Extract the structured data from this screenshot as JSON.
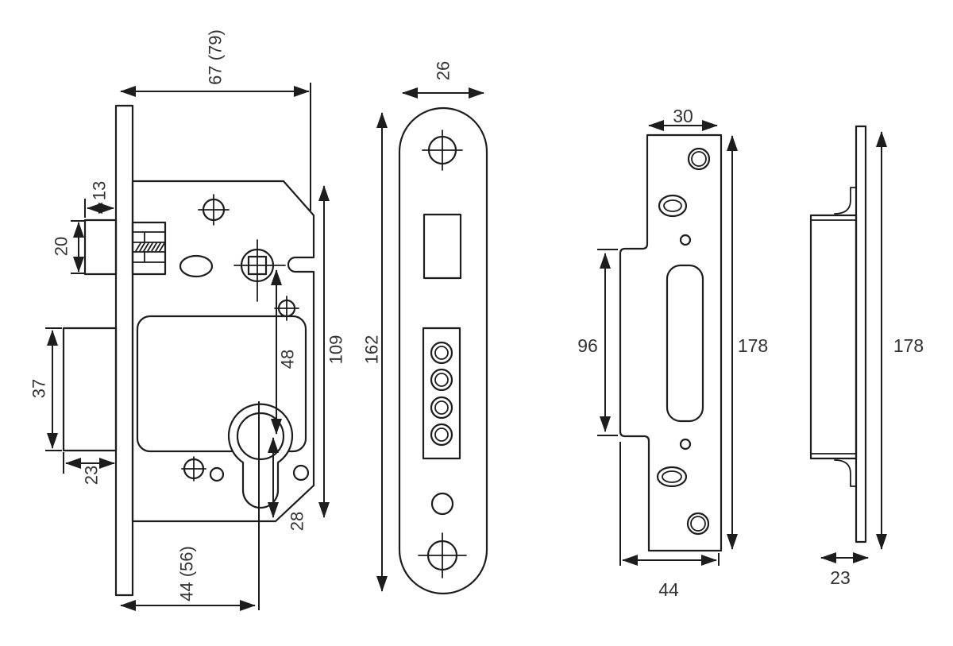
{
  "meta": {
    "background": "#ffffff",
    "line_color": "#1d1d1d",
    "label_color": "#333333"
  },
  "views": {
    "lock_body": {
      "dims": {
        "overall_depth": "67 (79)",
        "latch_projection": "13",
        "latch_height": "20",
        "deadbolt_height": "37",
        "deadbolt_throw": "23",
        "backset": "44 (56)",
        "spindle_to_cylinder": "48",
        "cylinder_to_bottom": "28",
        "case_height": "109",
        "forend_height": "162"
      }
    },
    "faceplate": {
      "dims": {
        "width": "26"
      }
    },
    "strike_front": {
      "dims": {
        "top_width": "30",
        "recess_height": "96",
        "height": "178",
        "overall_width": "44"
      }
    },
    "strike_side": {
      "dims": {
        "height": "178",
        "box_depth": "23"
      }
    }
  }
}
